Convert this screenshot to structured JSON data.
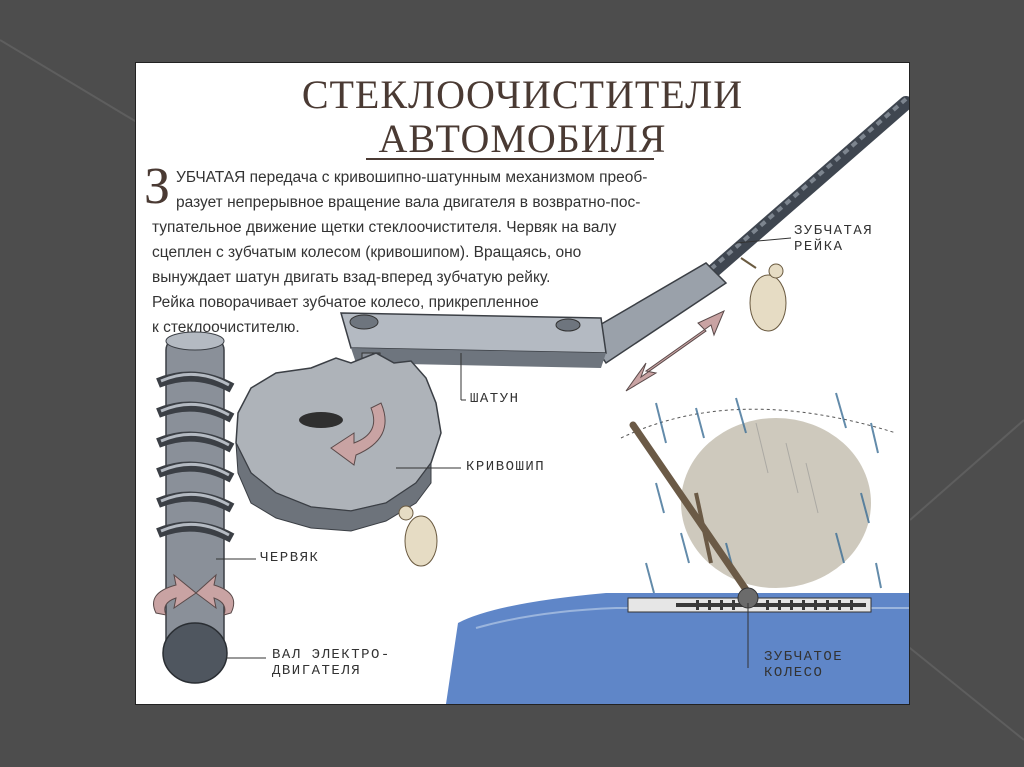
{
  "title": {
    "line1": "СТЕКЛООЧИСТИТЕЛИ",
    "line2": "АВТОМОБИЛЯ"
  },
  "body": {
    "drop_cap": "З",
    "lines": [
      "УБЧАТАЯ передача с кривошипно-шатунным механизмом преоб-",
      "разует непрерывное вращение вала двигателя в возвратно-пос-",
      "тупательное движение щетки стеклоочистителя. Червяк на валу",
      "сцеплен с зубчатым колесом (кривошипом). Вращаясь, оно",
      "вынуждает шатун двигать взад-вперед зубчатую рейку.",
      "Рейка поворачивает зубчатое колесо, прикрепленное",
      "к стеклоочистителю."
    ]
  },
  "labels": {
    "rack_line1": "ЗУБЧАТАЯ",
    "rack_line2": "РЕЙКА",
    "connecting_rod": "ШАТУН",
    "crank": "КРИВОШИП",
    "worm": "ЧЕРВЯК",
    "motor_shaft_line1": "ВАЛ ЭЛЕКТРО-",
    "motor_shaft_line2": "ДВИГАТЕЛЯ",
    "gear_wheel_line1": "ЗУБЧАТОЕ",
    "gear_wheel_line2": "КОЛЕСО"
  },
  "colors": {
    "background": "#4d4d4d",
    "slide": "#ffffff",
    "title": "#4a3a33",
    "metal": "#8a9099",
    "metal_dark": "#4f565f",
    "arrow": "#c9a3a3",
    "car_body": "#5f86c8",
    "rain": "#3d6f96"
  }
}
